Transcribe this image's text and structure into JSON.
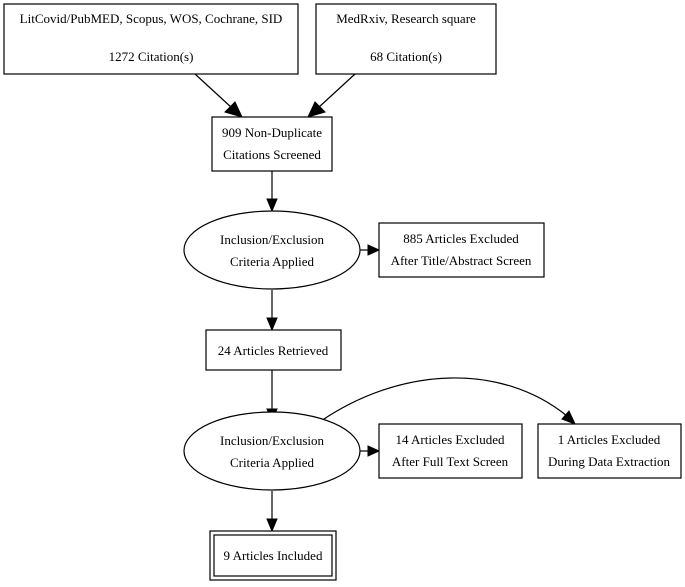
{
  "nodes": {
    "source_databases": {
      "line1": "LitCovid/PubMED, Scopus, WOS, Cochrane, SID",
      "line2": "1272 Citation(s)"
    },
    "source_preprints": {
      "line1": "MedRxiv, Research square",
      "line2": "68 Citation(s)"
    },
    "non_duplicate": {
      "line1": "909 Non-Duplicate",
      "line2": "Citations Screened"
    },
    "criteria_1": {
      "line1": "Inclusion/Exclusion",
      "line2": "Criteria Applied"
    },
    "excluded_title_abstract": {
      "line1": "885 Articles Excluded",
      "line2": "After Title/Abstract Screen"
    },
    "retrieved": {
      "line1": "24 Articles Retrieved"
    },
    "criteria_2": {
      "line1": "Inclusion/Exclusion",
      "line2": "Criteria Applied"
    },
    "excluded_full_text": {
      "line1": "14 Articles Excluded",
      "line2": "After Full Text Screen"
    },
    "excluded_data_extraction": {
      "line1": "1 Articles Excluded",
      "line2": "During Data Extraction"
    },
    "included": {
      "line1": "9 Articles Included"
    }
  },
  "colors": {
    "stroke": "#000000",
    "fill": "#ffffff",
    "text": "#000000"
  }
}
